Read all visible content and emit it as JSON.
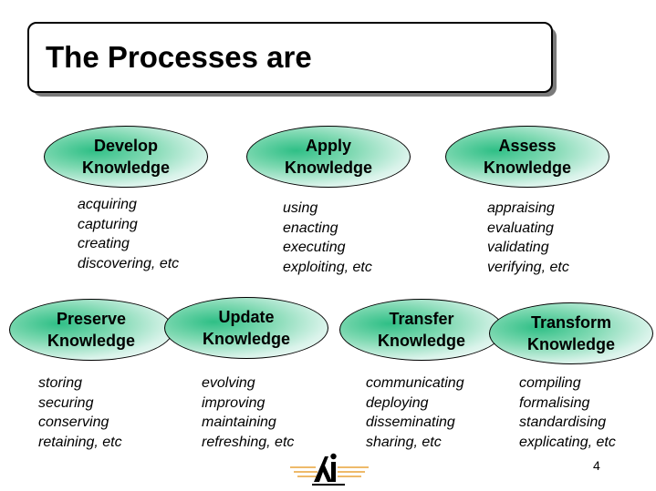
{
  "title": "The Processes are",
  "page_number": "4",
  "processes": [
    {
      "name": "Develop\nKnowledge",
      "items": [
        "acquiring",
        "capturing",
        "creating",
        "discovering, etc"
      ]
    },
    {
      "name": "Apply\nKnowledge",
      "items": [
        "using",
        "enacting",
        "executing",
        "exploiting, etc"
      ]
    },
    {
      "name": "Assess\nKnowledge",
      "items": [
        "appraising",
        "evaluating",
        "validating",
        "verifying, etc"
      ]
    },
    {
      "name": "Preserve\nKnowledge",
      "items": [
        "storing",
        "securing",
        "conserving",
        "retaining, etc"
      ]
    },
    {
      "name": "Update\nKnowledge",
      "items": [
        "evolving",
        "improving",
        "maintaining",
        "refreshing, etc"
      ]
    },
    {
      "name": "Transfer\nKnowledge",
      "items": [
        "communicating",
        "deploying",
        "disseminating",
        "sharing, etc"
      ]
    },
    {
      "name": "Transform\nKnowledge",
      "items": [
        "compiling",
        "formalising",
        "standardising",
        "explicating, etc"
      ]
    }
  ],
  "logo": {
    "mark": "Ai",
    "accent": "#e8a33a"
  }
}
